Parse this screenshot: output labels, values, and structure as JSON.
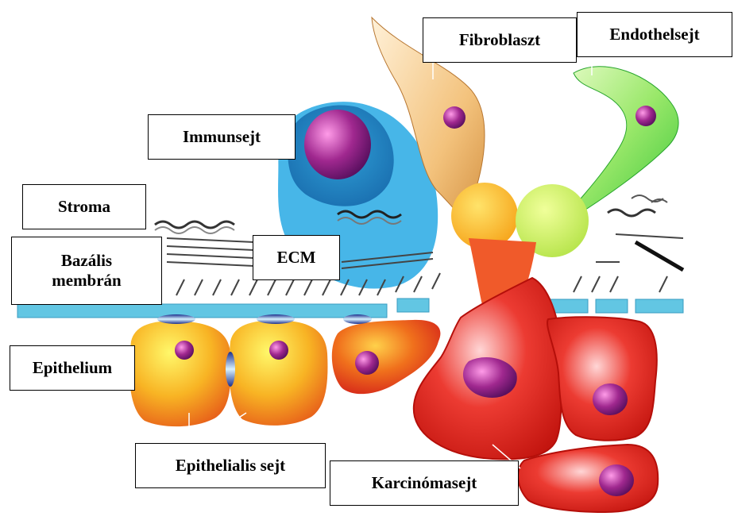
{
  "labels": {
    "fibroblast": "Fibroblaszt",
    "endothelial": "Endothelsejt",
    "immune": "Immunsejt",
    "stroma": "Stroma",
    "basal_line1": "Bazális",
    "basal_line2": "membrán",
    "ecm": "ECM",
    "epithelium": "Epithelium",
    "epithelial_cell": "Epithelialis sejt",
    "carcinoma": "Karcinómasejt"
  },
  "colors": {
    "basement_membrane": "#62c6e3",
    "immune_cell": "#4bb5e6",
    "fibroblast": "#f2c27a",
    "endothelial": "#8ee36b",
    "epithelial": "#f7b021",
    "carcinoma": "#e0261f",
    "nucleus": "#9c2a8f"
  }
}
